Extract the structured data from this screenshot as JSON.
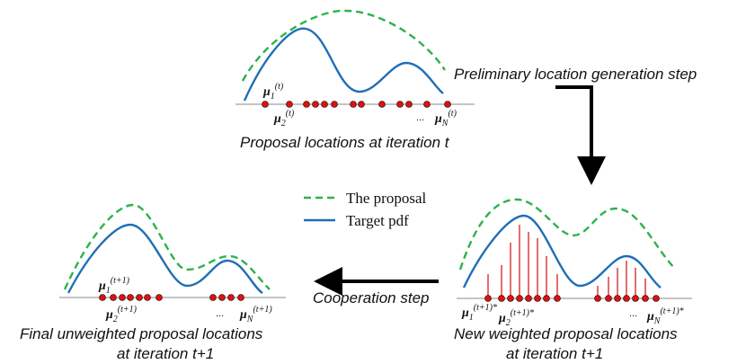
{
  "captions": {
    "top": "Proposal locations at iteration t",
    "prelim_step": "Preliminary location generation step",
    "coop_step": "Cooperation step",
    "right_line1": "New weighted proposal locations",
    "right_line2": "at iteration t+1",
    "left_line1": "Final unweighted proposal locations",
    "left_line2": "at iteration t+1"
  },
  "legend": {
    "proposal": "The proposal",
    "target": "Target pdf"
  },
  "labels": {
    "mu": "μ",
    "sub1": "1",
    "sub2": "2",
    "subN": "N",
    "sup_t": "(t)",
    "sup_t1": "(t+1)",
    "sup_t1_star": "(t+1)*",
    "ellipsis": "..."
  },
  "colors": {
    "proposal": "#2db24a",
    "target": "#1f6fb5",
    "points": "#e01010",
    "weights": "#d42020",
    "axis": "#888888",
    "arrow": "#000000"
  }
}
